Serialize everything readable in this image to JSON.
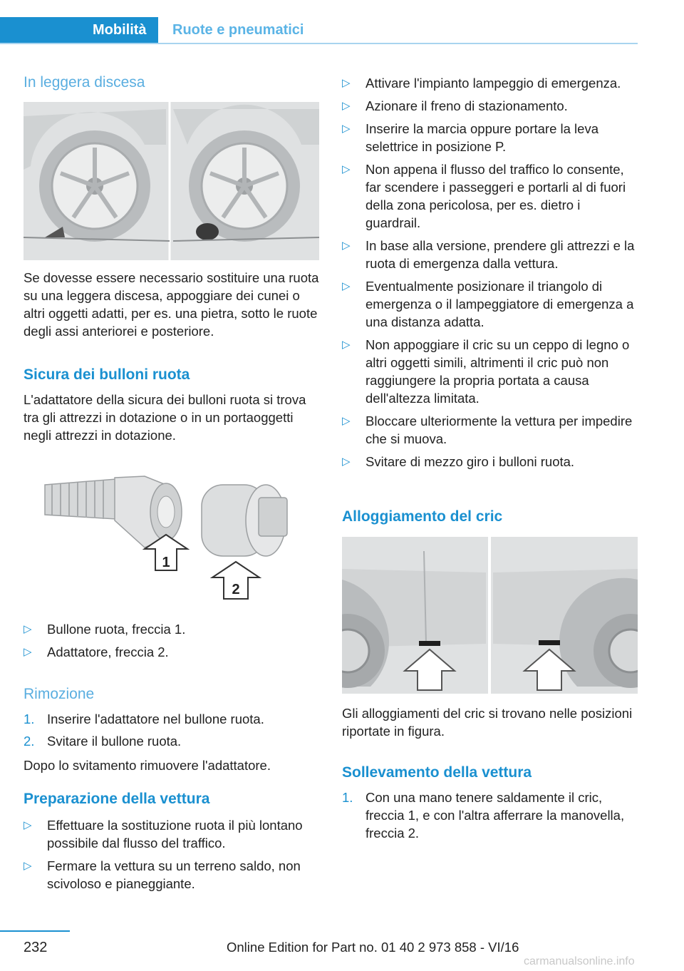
{
  "header": {
    "tab_active": "Mobilità",
    "tab_inactive": "Ruote e pneumatici"
  },
  "left": {
    "s1_title": "In leggera discesa",
    "s1_text": "Se dovesse essere necessario sostituire una ruota su una leggera discesa, appoggiare dei cunei o altri oggetti adatti, per es. una pietra, sotto le ruote degli assi anteriorei e posteriore.",
    "s2_title": "Sicura dei bulloni ruota",
    "s2_text": "L'adattatore della sicura dei bulloni ruota si trova tra gli attrezzi in dotazione o in un portaoggetti negli attrezzi in dotazione.",
    "fig2_label1": "1",
    "fig2_label2": "2",
    "s2_items": [
      "Bullone ruota, freccia 1.",
      "Adattatore, freccia 2."
    ],
    "s3_title": "Rimozione",
    "s3_steps": [
      {
        "n": "1.",
        "t": "Inserire l'adattatore nel bullone ruota."
      },
      {
        "n": "2.",
        "t": "Svitare il bullone ruota."
      }
    ],
    "s3_text": "Dopo lo svitamento rimuovere l'adattatore.",
    "s4_title": "Preparazione della vettura",
    "s4_items": [
      "Effettuare la sostituzione ruota il più lontano possibile dal flusso del traffico.",
      "Fermare la vettura su un terreno saldo, non scivoloso e pianeggiante."
    ]
  },
  "right": {
    "items": [
      "Attivare l'impianto lampeggio di emergenza.",
      "Azionare il freno di stazionamento.",
      "Inserire la marcia oppure portare la leva selettrice in posizione P.",
      "Non appena il flusso del traffico lo consente, far scendere i passeggeri e portarli al di fuori della zona pericolosa, per es. dietro i guardrail.",
      "In base alla versione, prendere gli attrezzi e la ruota di emergenza dalla vettura.",
      "Eventualmente posizionare il triangolo di emergenza o il lampeggiatore di emergenza a una distanza adatta.",
      "Non appoggiare il cric su un ceppo di legno o altri oggetti simili, altrimenti il cric può non raggiungere la propria portata a causa dell'altezza limitata.",
      "Bloccare ulteriormente la vettura per impedire che si muova.",
      "Svitare di mezzo giro i bulloni ruota."
    ],
    "s5_title": "Alloggiamento del cric",
    "s5_text": "Gli alloggiamenti del cric si trovano nelle posizioni riportate in figura.",
    "s6_title": "Sollevamento della vettura",
    "s6_steps": [
      {
        "n": "1.",
        "t": "Con una mano tenere saldamente il cric, freccia 1, e con l'altra afferrare la manovella, freccia 2."
      }
    ]
  },
  "footer": {
    "page_number": "232",
    "edition": "Online Edition for Part no. 01 40 2 973 858 - VI/16",
    "watermark": "carmanualsonline.info"
  },
  "bullet_symbol": "▷",
  "colors": {
    "accent": "#1a90d0",
    "accent_light": "#5bb4e6",
    "figure_bg": "#dfe1e2"
  }
}
